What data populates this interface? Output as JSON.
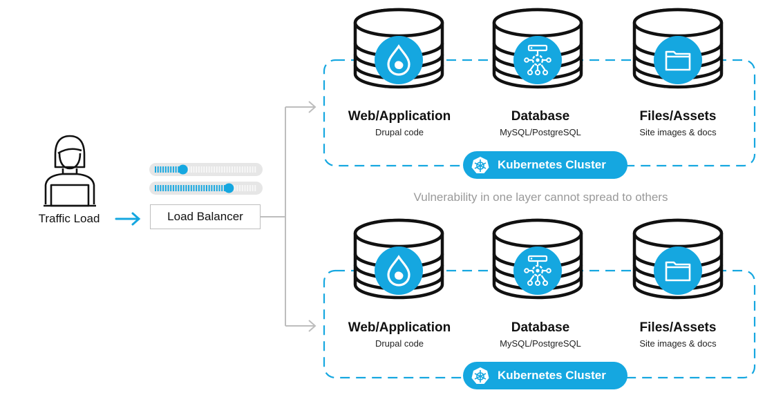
{
  "user": {
    "label": "Traffic Load",
    "icon": "user-laptop-icon"
  },
  "load_balancer": {
    "label": "Load Balancer",
    "meter_levels": [
      0.27,
      0.72
    ]
  },
  "note": "Vulnerability in one layer cannot spread to others",
  "clusters": [
    {
      "badge": "Kubernetes Cluster",
      "layers": [
        {
          "title": "Web/Application",
          "subtitle": "Drupal code",
          "icon": "drupal-drop-icon"
        },
        {
          "title": "Database",
          "subtitle": "MySQL/PostgreSQL",
          "icon": "database-schema-icon"
        },
        {
          "title": "Files/Assets",
          "subtitle": "Site images & docs",
          "icon": "folder-icon"
        }
      ]
    },
    {
      "badge": "Kubernetes Cluster",
      "layers": [
        {
          "title": "Web/Application",
          "subtitle": "Drupal code",
          "icon": "drupal-drop-icon"
        },
        {
          "title": "Database",
          "subtitle": "MySQL/PostgreSQL",
          "icon": "database-schema-icon"
        },
        {
          "title": "Files/Assets",
          "subtitle": "Site images & docs",
          "icon": "folder-icon"
        }
      ]
    }
  ],
  "colors": {
    "accent": "#15a7e0",
    "stroke": "#111111",
    "connector": "#bdbdbd",
    "track": "#e6e6e6",
    "muted": "#999999"
  }
}
